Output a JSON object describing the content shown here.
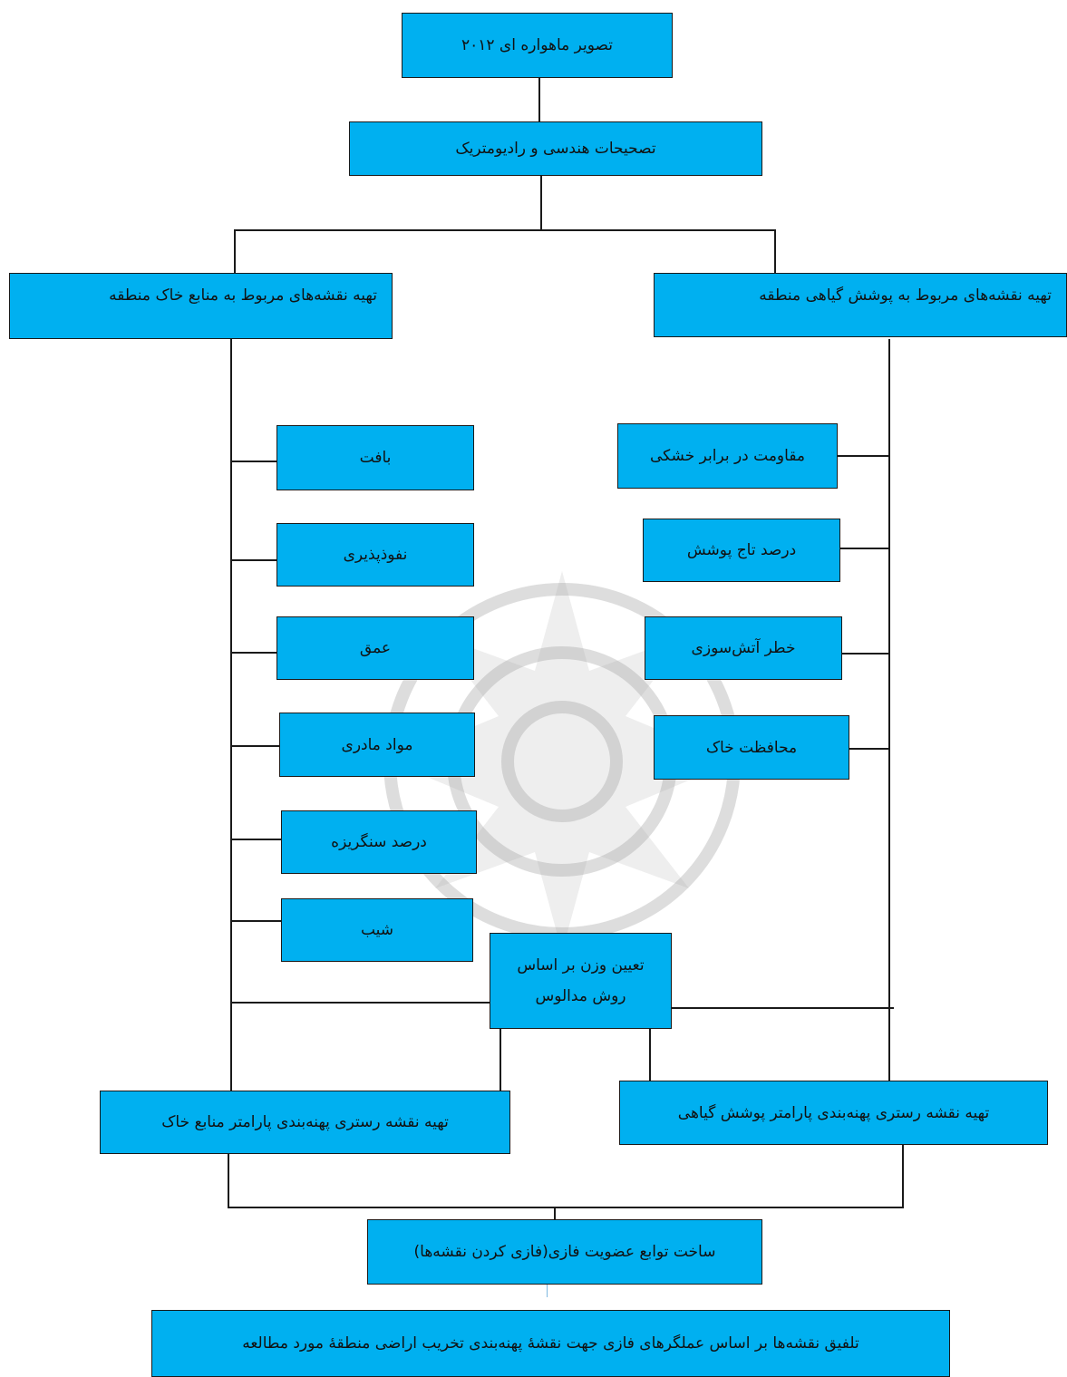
{
  "diagram": {
    "satellite": "تصویر ماهواره ای ۲۰۱۲",
    "correction": "تصحیحات هندسی و رادیومتریک",
    "soil_maps": "تهیه نقشه‌های مربوط به منابع خاک منطقه",
    "vegetation_maps": "تهیه نقشه‌های مربوط به پوشش گیاهی منطقه",
    "soil_params": [
      "بافت",
      "نفوذپذیری",
      "عمق",
      "مواد مادری",
      "درصد سنگریزه",
      "شیب"
    ],
    "vegetation_params": [
      "مقاومت در برابر خشکی",
      "درصد تاج پوشش",
      "خطر آتش‌سوزی",
      "محافظت خاک"
    ],
    "weighting": "تعیین وزن بر اساس روش مدالوس",
    "soil_raster": "تهیه نقشه رستری پهنه‌بندی پارامتر منابع خاک",
    "vegetation_raster": "تهیه نقشه رستری پهنه‌بندی پارامتر پوشش گیاهی",
    "fuzzy": "ساخت توابع عضویت فازی(فازی کردن نقشه‌ها)",
    "final": "تلفیق نقشه‌ها بر اساس عملگرهای فازی جهت نقشهٔ پهنه‌بندی تخریب اراضی منطقهٔ مورد مطالعه"
  },
  "colors": {
    "box_fill": "#00b0f0",
    "line": "#1a1a1a",
    "watermark": "#9e9e9e"
  },
  "icons": {
    "watermark": "decorative-rosette-logo"
  }
}
